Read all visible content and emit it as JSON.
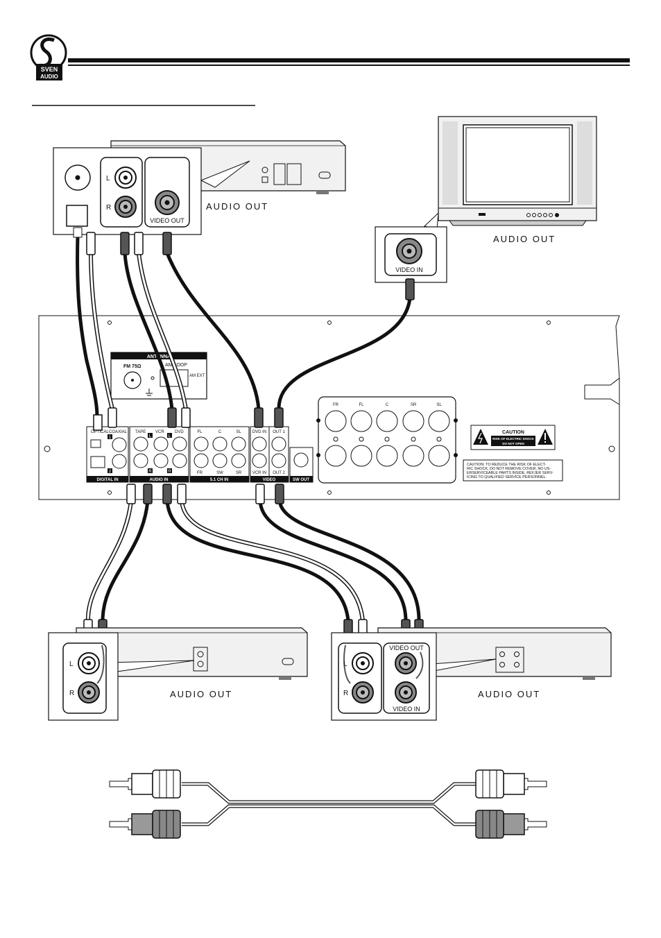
{
  "logo": {
    "line1": "SVEN",
    "line2": "AUDIO"
  },
  "dvd_player": {
    "audio_out_label": "AUDIO OUT",
    "video_out_label": "VIDEO OUT",
    "left_label": "L",
    "right_label": "R"
  },
  "tv": {
    "audio_out_label": "AUDIO OUT",
    "video_in_label": "VIDEO IN"
  },
  "receiver": {
    "antenna": {
      "title": "ANTENNA",
      "fm": "FM 75Ω",
      "am_loop": "AM LOOP",
      "am_ext": "AM EXT"
    },
    "digital_in": {
      "group_label": "DIGITAL IN",
      "optical": "OPTICAL",
      "coaxial": "COAXIAL",
      "num1": "1",
      "num2": "2"
    },
    "audio_in": {
      "group_label": "AUDIO IN",
      "tape": "TAPE",
      "vcr": "VCR",
      "dvd": "DVD",
      "left": "L",
      "right": "R"
    },
    "ch51_in": {
      "group_label": "5.1 CH IN",
      "fl": "FL",
      "c": "C",
      "sl": "SL",
      "fr": "FR",
      "sw": "SW",
      "sr": "SR"
    },
    "video": {
      "group_label": "VIDEO",
      "dvd_in": "DVD IN",
      "vcr_in": "VCR IN",
      "out1": "OUT 1",
      "out2": "OUT 2"
    },
    "sw_out": "SW OUT",
    "speakers": [
      "FR",
      "FL",
      "C",
      "SR",
      "SL"
    ],
    "caution": {
      "title": "CAUTION",
      "line1": "RISK OF ELECTRIC SHOCK",
      "line2": "DO NOT OPEN",
      "text_lines": [
        "CAUTION: TO REDUCE THE RISK OF ELECT-",
        "RIC SHOCK, DO NOT REMOVE COVER, NO US-",
        "ERSERVICEABLE PARTS INSIDE, REFJER SERV-",
        "ICING TO QUALIFIED SERVICE PERSONNEL."
      ]
    }
  },
  "tape_deck": {
    "audio_out_label": "AUDIO OUT",
    "left_label": "L",
    "right_label": "R"
  },
  "vcr": {
    "audio_out_label": "AUDIO OUT",
    "video_out_label": "VIDEO OUT",
    "video_in_label": "VIDEO IN",
    "left_label": "L",
    "right_label": "R"
  },
  "colors": {
    "ink": "#111111",
    "white_plug": "#ffffff",
    "dark_plug": "#555555"
  }
}
